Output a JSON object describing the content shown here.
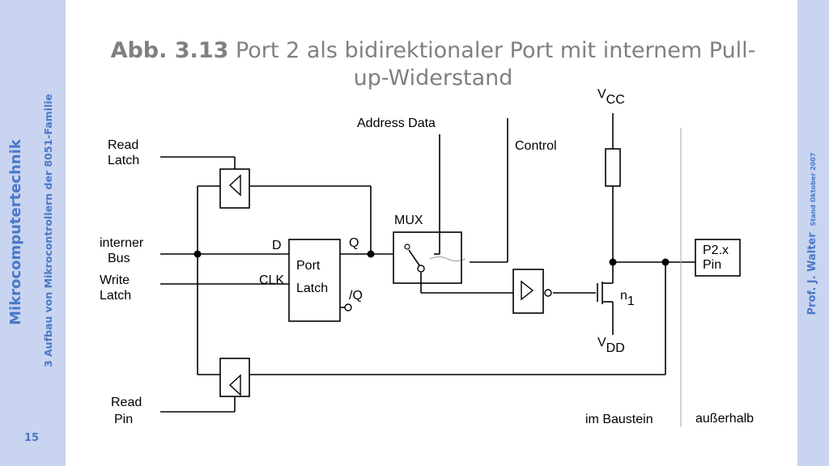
{
  "sidebar": {
    "course": "Mikrocomputertechnik",
    "chapter": "3 Aufbau von Mikrocontrollern der 8051-Familie",
    "page": "15"
  },
  "right_sidebar": {
    "author": "Prof. J. Walter",
    "date": "Stand Oktober 2007"
  },
  "title": {
    "figure_number": "Abb. 3.13",
    "caption": " Port 2 als bidirektionaler Port mit internem Pull-up-Widerstand"
  },
  "diagram": {
    "read_latch": [
      "Read",
      "Latch"
    ],
    "interner_bus": [
      "interner",
      "Bus"
    ],
    "write_latch": [
      "Write",
      "Latch"
    ],
    "read_pin": [
      "Read",
      "Pin"
    ],
    "pin_d": "D",
    "pin_clk": "CLK",
    "pin_q": "Q",
    "pin_qn": "/Q",
    "port_latch": [
      "Port",
      "Latch"
    ],
    "mux": "MUX",
    "address_data": "Address Data",
    "control": "Control",
    "vcc": {
      "main": "V",
      "sub": "CC"
    },
    "vdd": {
      "main": "V",
      "sub": "DD"
    },
    "transistor": {
      "main": "n",
      "sub": "1"
    },
    "pin_box": [
      "P2.x",
      "Pin"
    ],
    "im_baustein": "im Baustein",
    "ausserhalb": "außerhalb"
  }
}
